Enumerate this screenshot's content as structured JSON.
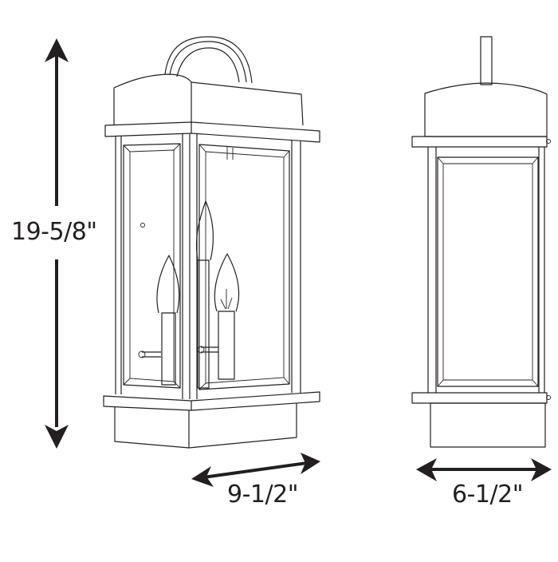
{
  "diagram": {
    "subject": "Outdoor wall lantern dimension drawing",
    "views": [
      {
        "name": "perspective-view",
        "features": [
          "arched handle",
          "cap",
          "glass panels",
          "three candle-style bulbs",
          "base"
        ]
      },
      {
        "name": "side-view",
        "features": [
          "mounting stem",
          "cap",
          "glass panel",
          "base"
        ]
      }
    ],
    "dimensions": {
      "height": {
        "label": "19-5/8\"",
        "orientation": "vertical"
      },
      "width": {
        "label": "9-1/2\"",
        "orientation": "horizontal"
      },
      "depth": {
        "label": "6-1/2\"",
        "orientation": "horizontal"
      }
    },
    "colors": {
      "line": "#231f20",
      "background": "#ffffff"
    }
  }
}
